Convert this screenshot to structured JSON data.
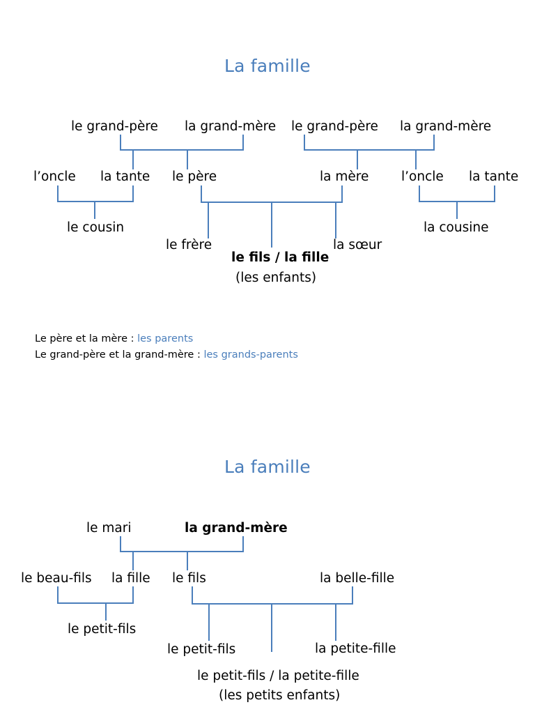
{
  "diagram1": {
    "title": "La famille",
    "gp1": "le grand-père",
    "gm1": "la grand-mère",
    "gp2": "le grand-père",
    "gm2": "la grand-mère",
    "oncle1": "l’oncle",
    "tante1": "la tante",
    "pere": "le père",
    "mere": "la mère",
    "oncle2": "l’oncle",
    "tante2": "la tante",
    "cousin": "le cousin",
    "cousine": "la cousine",
    "frere": "le frère",
    "soeur": "la sœur",
    "fils_fille": "le fils / la fille",
    "enfants": "(les enfants)"
  },
  "notes": {
    "line1_prefix": "Le père et la mère : ",
    "line1_term": "les parents",
    "line2_prefix": "Le grand-père et la grand-mère : ",
    "line2_term": "les grands-parents"
  },
  "diagram2": {
    "title": "La famille",
    "mari": "le mari",
    "grand_mere": "la grand-mère",
    "beau_fils": "le beau-fils",
    "fille": "la fille",
    "fils": "le fils",
    "belle_fille": "la belle-fille",
    "petit_fils_left": "le petit-fils",
    "petit_fils": "le petit-fils",
    "petite_fille": "la petite-fille",
    "petits": "le petit-fils / la petite-fille",
    "petits_enfants": "(les petits enfants)"
  },
  "colors": {
    "accent": "#4a7ebb",
    "text": "#000000"
  }
}
